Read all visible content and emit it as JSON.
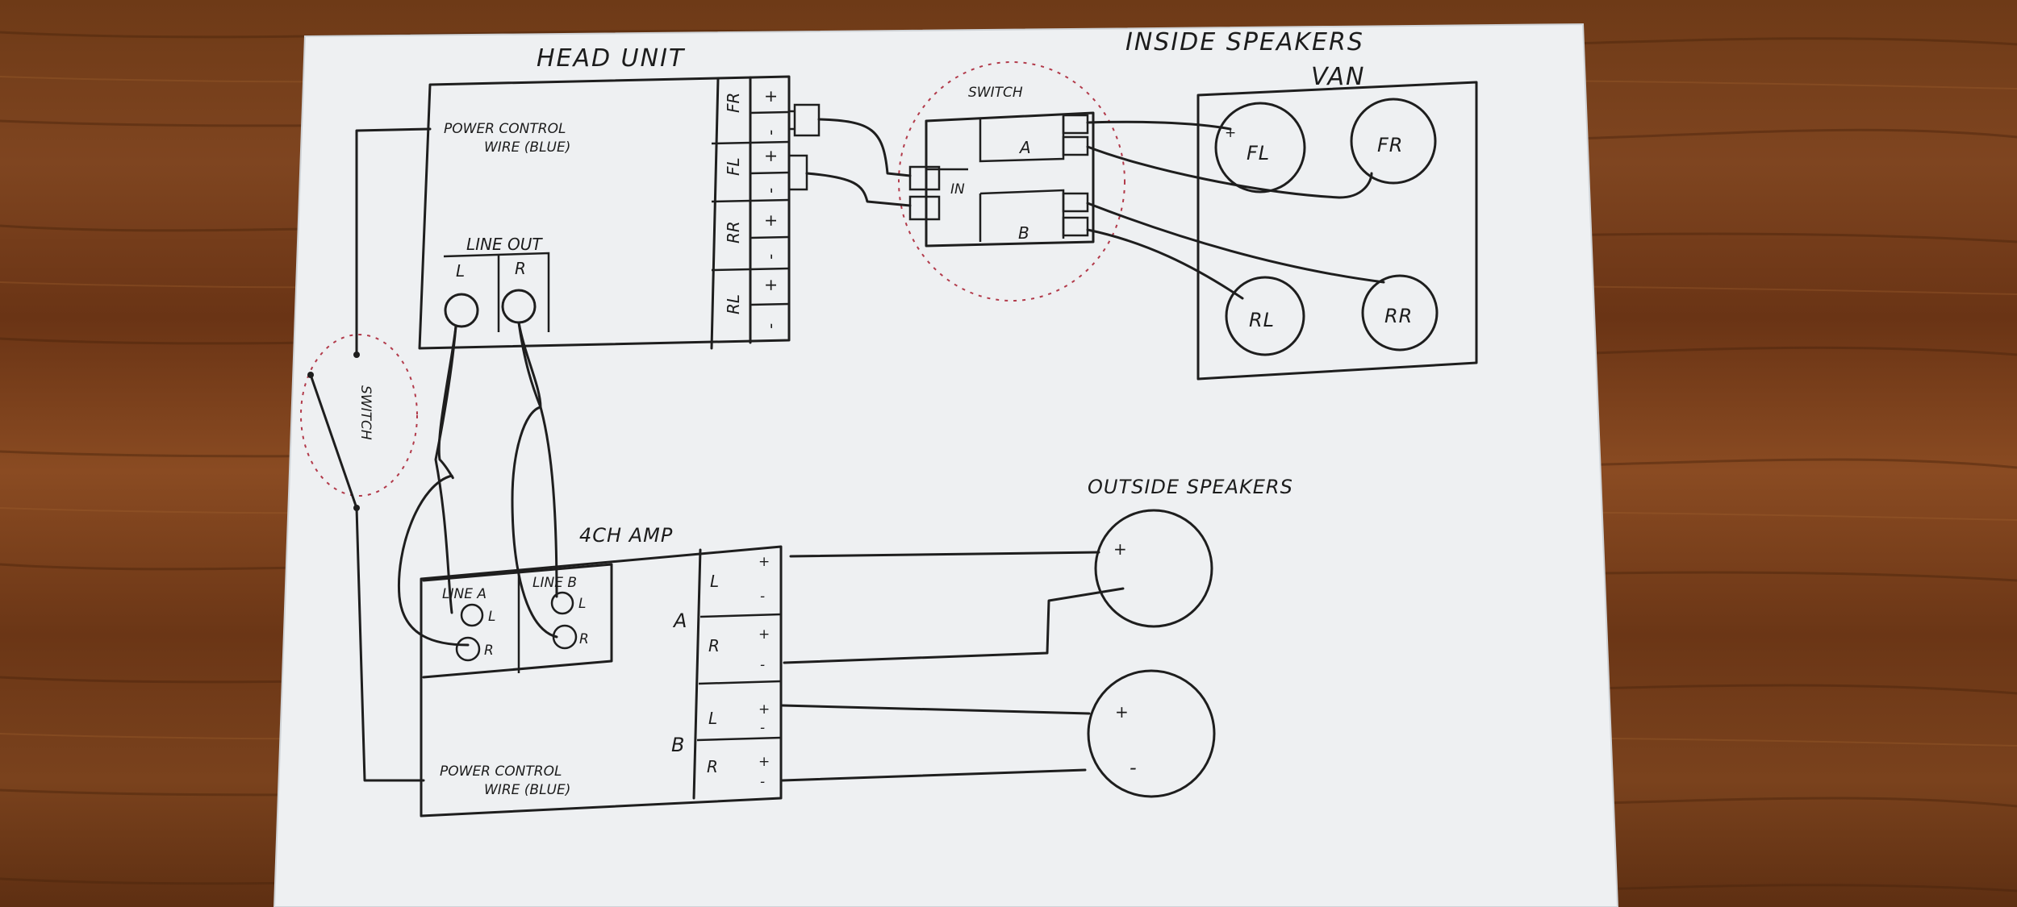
{
  "head_unit": {
    "title": "HEAD UNIT",
    "power_control": [
      "POWER CONTROL",
      "WIRE (BLUE)"
    ],
    "line_out_label": "LINE OUT",
    "line_out_channels": [
      "L",
      "R"
    ],
    "outputs": [
      {
        "label": "FR",
        "terminals": [
          "+",
          "-"
        ]
      },
      {
        "label": "FL",
        "terminals": [
          "+",
          "-"
        ]
      },
      {
        "label": "RR",
        "terminals": [
          "+",
          "-"
        ]
      },
      {
        "label": "RL",
        "terminals": [
          "+",
          "-"
        ]
      }
    ]
  },
  "switch_top": {
    "label": "SWITCH",
    "input_label": "IN",
    "outputs": [
      "A",
      "B"
    ]
  },
  "switch_left": {
    "label": "SWITCH"
  },
  "inside_speakers": {
    "title": "INSIDE SPEAKERS",
    "van_label": "VAN",
    "speakers": [
      "FL",
      "FR",
      "RL",
      "RR"
    ],
    "plus": "+"
  },
  "amp": {
    "title": "4CH AMP",
    "line_a": "LINE A",
    "line_b": "LINE B",
    "ch_l": "L",
    "ch_r": "R",
    "bank_a": "A",
    "bank_b": "B",
    "bank_rows": [
      "L",
      "R",
      "L",
      "R"
    ],
    "terminals": [
      "+",
      "-"
    ],
    "power_control": [
      "POWER CONTROL",
      "WIRE (BLUE)"
    ]
  },
  "outside_speakers": {
    "title": "OUTSIDE SPEAKERS",
    "plus": "+",
    "minus": "-"
  }
}
